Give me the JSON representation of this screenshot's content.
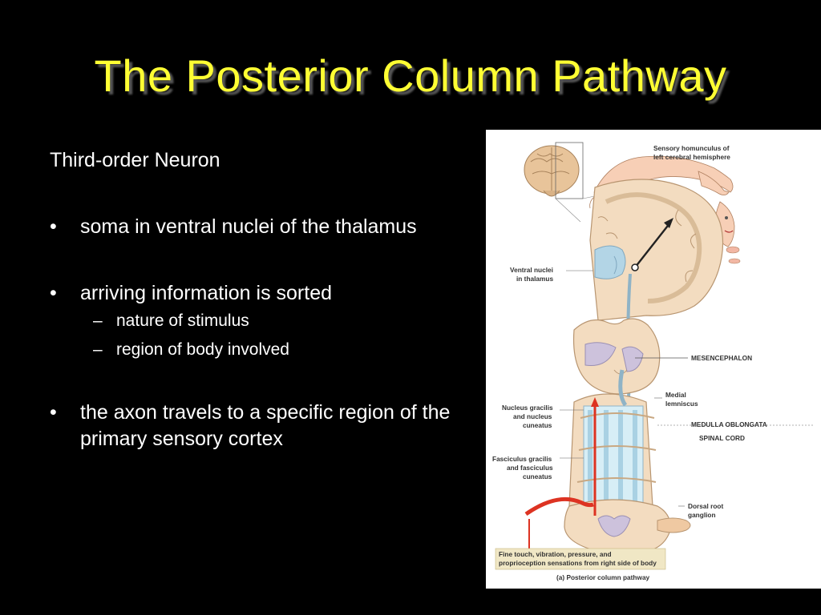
{
  "slide": {
    "title": "The Posterior Column Pathway",
    "heading": "Third-order Neuron",
    "bullets": [
      {
        "text": "soma in ventral nuclei of the thalamus"
      },
      {
        "text": "arriving information is sorted",
        "sub": [
          "nature of stimulus",
          "region of body involved"
        ]
      },
      {
        "text": "the axon travels to a specific region of the primary sensory cortex"
      }
    ],
    "bullet_symbol": "•",
    "sub_symbol": "–"
  },
  "figure": {
    "labels": {
      "homunculus_1": "Sensory homunculus of",
      "homunculus_2": "left cerebral hemisphere",
      "ventral_1": "Ventral nuclei",
      "ventral_2": "in thalamus",
      "mesencephalon": "MESENCEPHALON",
      "medial_1": "Medial",
      "medial_2": "lemniscus",
      "nucleus_1": "Nucleus gracilis",
      "nucleus_2": "and nucleus",
      "nucleus_3": "cuneatus",
      "medulla": "MEDULLA OBLONGATA",
      "spinal_cord": "SPINAL CORD",
      "fasciculus_1": "Fasciculus gracilis",
      "fasciculus_2": "and fasciculus",
      "fasciculus_3": "cuneatus",
      "dorsal_1": "Dorsal root",
      "dorsal_2": "ganglion",
      "caption_1": "Fine touch, vibration, pressure, and",
      "caption_2": "proprioception sensations from right side of body",
      "caption_3": "(a) Posterior column pathway"
    },
    "colors": {
      "tissue": "#f3dcc0",
      "tissue_outline": "#b89570",
      "grey_matter": "#cdc2dc",
      "nucleus_blue": "#b3d5e6",
      "pathway_red": "#dd3322",
      "skin": "#f7cfb6"
    }
  }
}
